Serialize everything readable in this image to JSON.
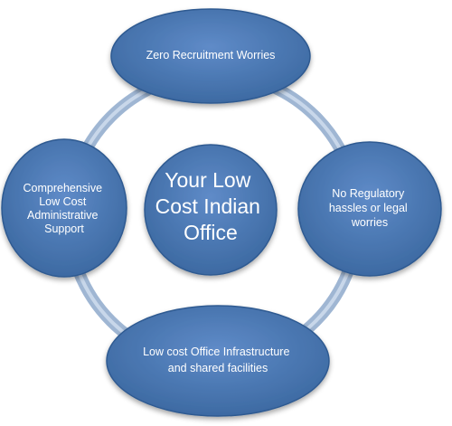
{
  "center": {
    "lines": [
      "Your Low",
      "Cost  Indian",
      "Office"
    ]
  },
  "nodes": {
    "top": {
      "lines": [
        "Zero Recruitment Worries"
      ]
    },
    "right": {
      "lines": [
        "No Regulatory",
        "hassles  or legal",
        "worries"
      ]
    },
    "bottom": {
      "lines": [
        "Low cost Office Infrastructure",
        "and shared facilities"
      ]
    },
    "left": {
      "lines": [
        "Comprehensive",
        "Low Cost",
        "Administrative",
        "Support"
      ]
    }
  },
  "colors": {
    "node_fill_light": "#5b86c2",
    "node_fill_dark": "#3a679f",
    "node_stroke": "#2f5a91",
    "ring": "#9fb6d3",
    "ring_highlight": "#c8d7ea",
    "text": "#ffffff"
  }
}
